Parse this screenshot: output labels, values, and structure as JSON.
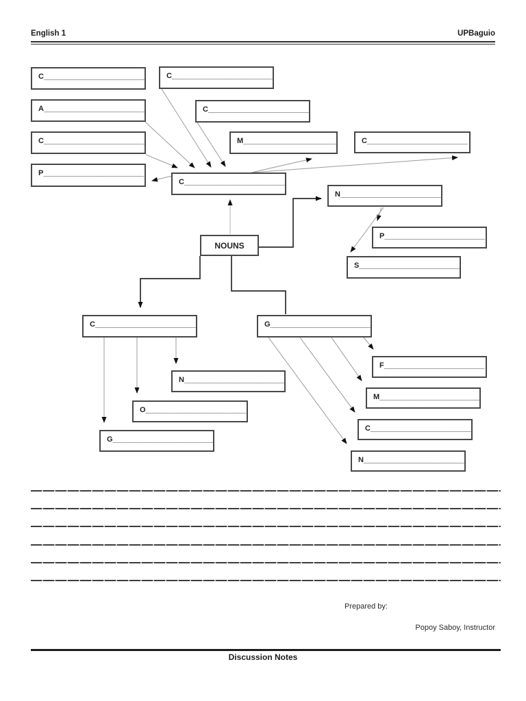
{
  "header": {
    "course": "English 1",
    "school": "UPBaguio"
  },
  "diagram": {
    "nodes": {
      "c1": {
        "label": "C________________________"
      },
      "c2": {
        "label": "C________________________"
      },
      "a1": {
        "label": "A________________________"
      },
      "c3": {
        "label": "C________________________"
      },
      "c4": {
        "label": "C________________________"
      },
      "m1": {
        "label": "M________________________"
      },
      "c5": {
        "label": "C________________________"
      },
      "p1": {
        "label": "P________________________"
      },
      "common": {
        "label": "C________________________"
      },
      "nouns": {
        "label": "NOUNS"
      },
      "n1": {
        "label": "N________________________"
      },
      "p2": {
        "label": "P________________________"
      },
      "s1": {
        "label": "S________________________"
      },
      "cleft": {
        "label": "C________________________"
      },
      "gright": {
        "label": "G________________________"
      },
      "n2": {
        "label": "N________________________"
      },
      "o1": {
        "label": "O________________________"
      },
      "g2": {
        "label": "G________________________"
      },
      "f1": {
        "label": "F________________________"
      },
      "m2": {
        "label": "M________________________"
      },
      "c6": {
        "label": "C________________________"
      },
      "n3": {
        "label": "N________________________"
      }
    }
  },
  "notes": {
    "blank_line_count": 6
  },
  "footer": {
    "prepared_by": "Prepared by:",
    "author": "Popoy Saboy, Instructor",
    "doc_title": "Discussion Notes"
  }
}
